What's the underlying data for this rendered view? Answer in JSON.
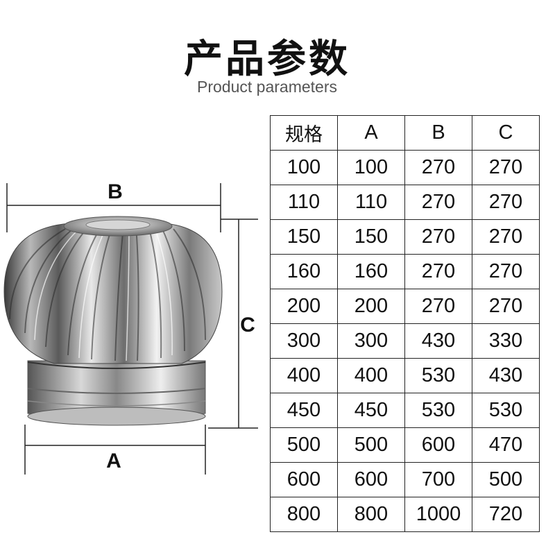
{
  "title": "产品参数",
  "subtitle": "Product parameters",
  "diagram": {
    "label_a": "A",
    "label_b": "B",
    "label_c": "C",
    "image": "turbine-ventilator-icon"
  },
  "table": {
    "headers": [
      "规格",
      "A",
      "B",
      "C"
    ],
    "rows": [
      [
        "100",
        "100",
        "270",
        "270"
      ],
      [
        "110",
        "110",
        "270",
        "270"
      ],
      [
        "150",
        "150",
        "270",
        "270"
      ],
      [
        "160",
        "160",
        "270",
        "270"
      ],
      [
        "200",
        "200",
        "270",
        "270"
      ],
      [
        "300",
        "300",
        "430",
        "330"
      ],
      [
        "400",
        "400",
        "530",
        "430"
      ],
      [
        "450",
        "450",
        "530",
        "530"
      ],
      [
        "500",
        "500",
        "600",
        "470"
      ],
      [
        "600",
        "600",
        "700",
        "500"
      ],
      [
        "800",
        "800",
        "1000",
        "720"
      ]
    ]
  }
}
